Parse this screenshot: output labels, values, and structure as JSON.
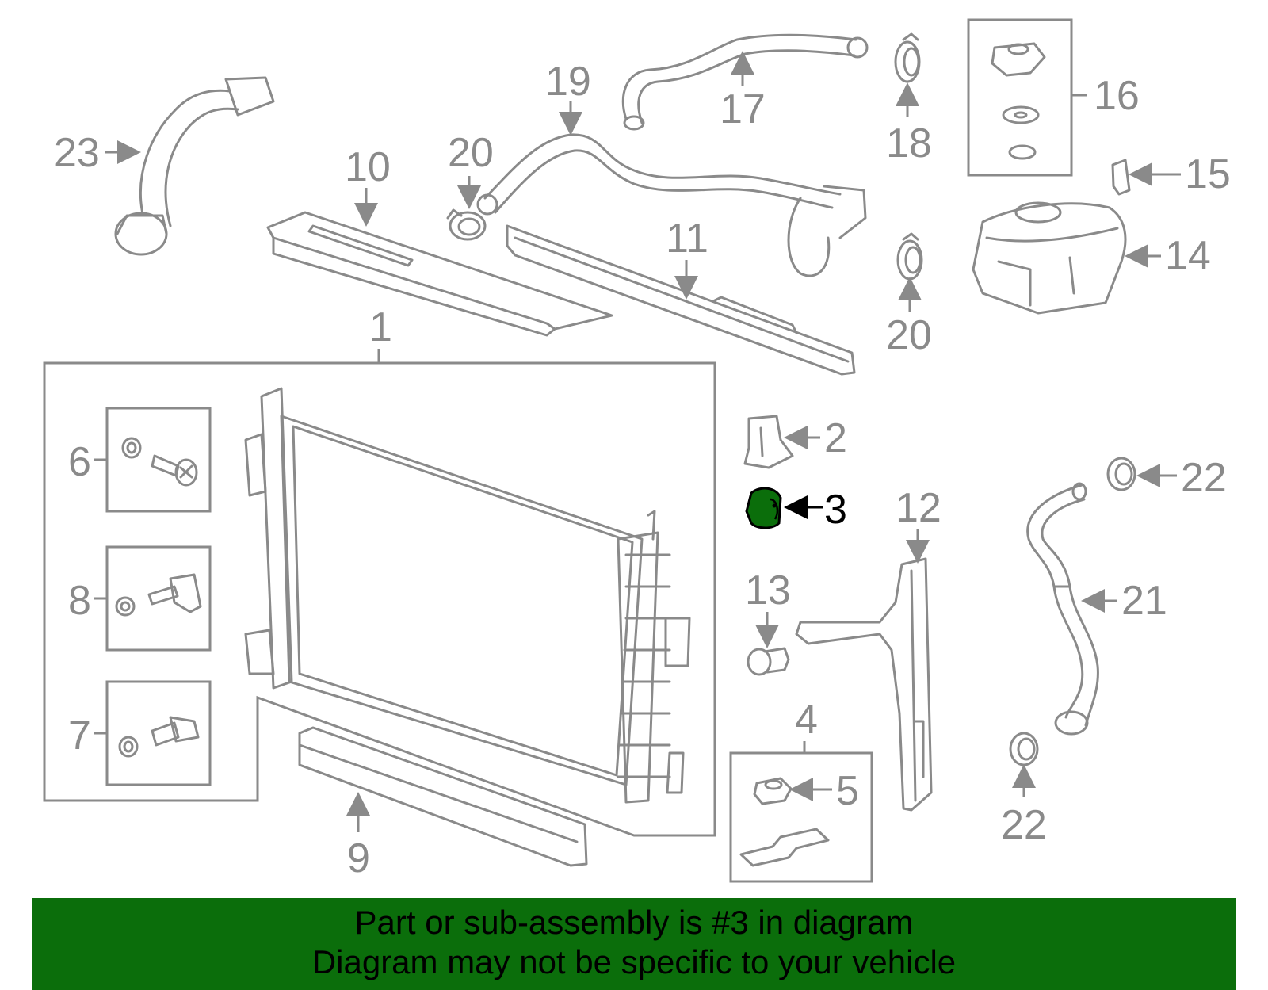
{
  "callouts": {
    "c1": "1",
    "c2": "2",
    "c3": "3",
    "c4": "4",
    "c5": "5",
    "c6": "6",
    "c7": "7",
    "c8": "8",
    "c9": "9",
    "c10": "10",
    "c11": "11",
    "c12": "12",
    "c13": "13",
    "c14": "14",
    "c15": "15",
    "c16": "16",
    "c17": "17",
    "c18": "18",
    "c19": "19",
    "c20a": "20",
    "c20b": "20",
    "c21": "21",
    "c22a": "22",
    "c22b": "22",
    "c23": "23"
  },
  "highlight": {
    "part": "3",
    "color": "#0b6e0b"
  },
  "banner": {
    "line1": "Part or sub-assembly is #3 in diagram",
    "line2": "Diagram may not be specific to your vehicle"
  }
}
